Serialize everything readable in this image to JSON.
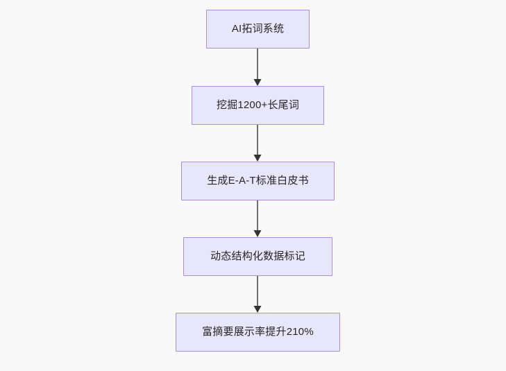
{
  "diagram": {
    "type": "flowchart",
    "orientation": "top-to-bottom",
    "background_color": "#f9f9f9",
    "node_fill_color": "#e8e6fb",
    "node_border_color": "#ab8ddd",
    "node_text_color": "#262626",
    "edge_color": "#6f6f6f",
    "arrow_color": "#333333",
    "nodes": [
      {
        "id": "n1",
        "label": "AI拓词系统"
      },
      {
        "id": "n2",
        "label": "挖掘1200+长尾词"
      },
      {
        "id": "n3",
        "label": "生成E-A-T标准白皮书"
      },
      {
        "id": "n4",
        "label": "动态结构化数据标记"
      },
      {
        "id": "n5",
        "label": "富摘要展示率提升210%"
      }
    ],
    "edges": [
      {
        "id": "e1",
        "from": "n1",
        "to": "n2",
        "label": ""
      },
      {
        "id": "e2",
        "from": "n2",
        "to": "n3",
        "label": ""
      },
      {
        "id": "e3",
        "from": "n3",
        "to": "n4",
        "label": ""
      },
      {
        "id": "e4",
        "from": "n4",
        "to": "n5",
        "label": ""
      }
    ]
  }
}
